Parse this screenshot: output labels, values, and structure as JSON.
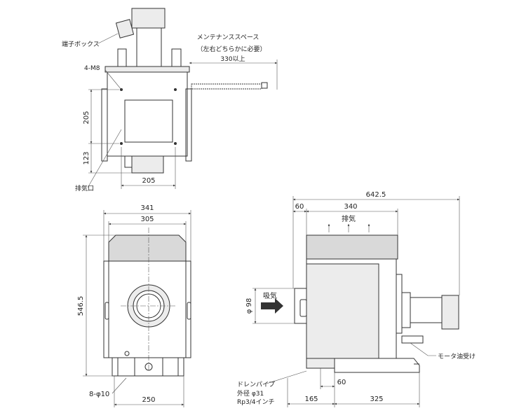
{
  "top_view": {
    "terminal_box": "端子ボックス",
    "maintenance_space_line1": "メンテナンススペース",
    "maintenance_space_line2": "（左右どちらかに必要）",
    "maintenance_space_value": "330以上",
    "bolt_holes": "4-M8",
    "dim_205_vertical": "205",
    "dim_123_vertical": "123",
    "dim_205_horizontal": "205",
    "exhaust_port": "排気口"
  },
  "front_view": {
    "dim_341": "341",
    "dim_305": "305",
    "dim_546_5": "546.5",
    "dim_8_phi10": "8-φ10",
    "dim_250": "250"
  },
  "side_view": {
    "dim_642_5": "642.5",
    "dim_60_top": "60",
    "dim_340": "340",
    "exhaust": "排気",
    "dim_phi98": "φ 98",
    "intake": "吸気",
    "motor_oil_tray": "モータ油受け",
    "drain_pipe": "ドレンパイプ",
    "outer_diameter": "外径 φ31",
    "thread": "Rp3/4インチ",
    "dim_60_bottom": "60",
    "dim_165": "165",
    "dim_325": "325"
  }
}
